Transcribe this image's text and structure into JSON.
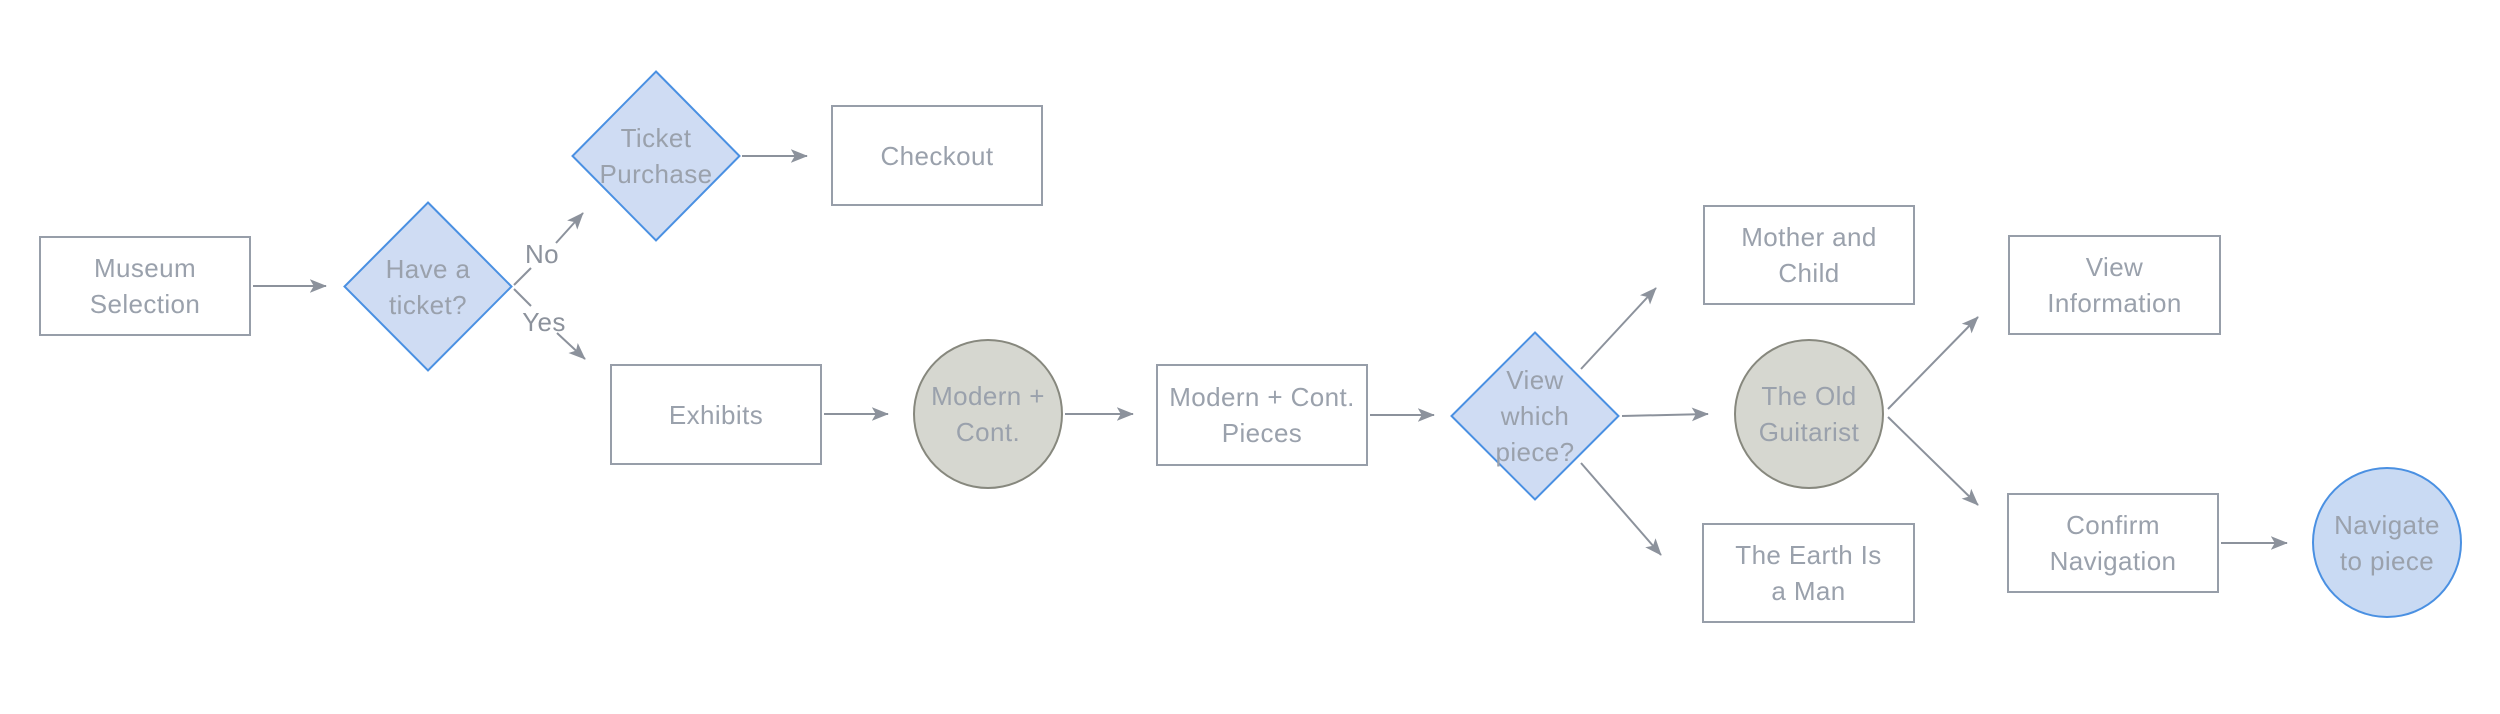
{
  "diagram": {
    "title_hint": "Museum navigation flowchart",
    "nodes": [
      {
        "id": "museum-selection",
        "type": "rectangle",
        "variant": "plain",
        "label": "Museum Selection"
      },
      {
        "id": "have-a-ticket",
        "type": "diamond",
        "variant": "blue",
        "label": "Have a ticket?"
      },
      {
        "id": "ticket-purchase",
        "type": "diamond",
        "variant": "blue",
        "label": "Ticket Purchase"
      },
      {
        "id": "checkout",
        "type": "rectangle",
        "variant": "plain",
        "label": "Checkout"
      },
      {
        "id": "exhibits",
        "type": "rectangle",
        "variant": "plain",
        "label": "Exhibits"
      },
      {
        "id": "modern-cont",
        "type": "circle",
        "variant": "gray",
        "label": "Modern + Cont."
      },
      {
        "id": "modern-cont-pieces",
        "type": "rectangle",
        "variant": "plain",
        "label": "Modern + Cont. Pieces"
      },
      {
        "id": "view-which-piece",
        "type": "diamond",
        "variant": "blue",
        "label": "View which piece?"
      },
      {
        "id": "mother-and-child",
        "type": "rectangle",
        "variant": "plain",
        "label": "Mother and Child"
      },
      {
        "id": "old-guitarist",
        "type": "circle",
        "variant": "gray",
        "label": "The Old Guitarist"
      },
      {
        "id": "earth-is-a-man",
        "type": "rectangle",
        "variant": "plain",
        "label": "The Earth Is a Man"
      },
      {
        "id": "view-information",
        "type": "rectangle",
        "variant": "plain",
        "label": "View Information"
      },
      {
        "id": "confirm-navigation",
        "type": "rectangle",
        "variant": "plain",
        "label": "Confirm Navigation"
      },
      {
        "id": "navigate-to-piece",
        "type": "circle",
        "variant": "blue",
        "label": "Navigate to piece"
      }
    ],
    "edge_labels": {
      "no": "No",
      "yes": "Yes"
    },
    "colors": {
      "background": "#ffffff",
      "box_border": "#979ea9",
      "box_fill": "#ffffff",
      "blue_fill": "#cfdcf3",
      "blue_border": "#4a90e2",
      "gray_fill": "#d6d7d0",
      "gray_border": "#87887e",
      "text": "#9aa1ac",
      "arrow": "#8c929c"
    }
  }
}
